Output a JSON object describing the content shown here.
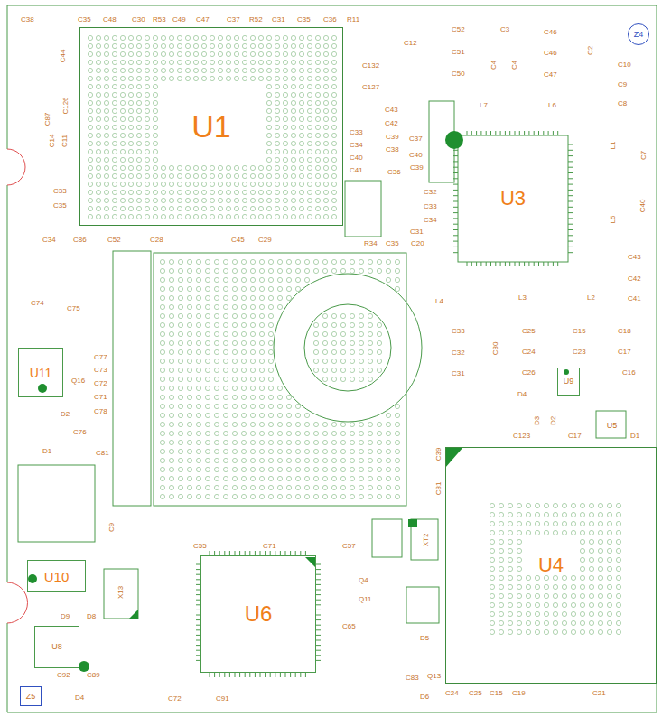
{
  "diagram": {
    "nodes": [
      {
        "text": [
          "U1"
        ]
      },
      {
        "text": [
          "U3"
        ]
      },
      {
        "text": [
          "U4"
        ]
      },
      {
        "text": [
          "U6"
        ]
      },
      {
        "text": [
          "U11"
        ]
      },
      {
        "text": [
          "U10"
        ]
      },
      {
        "text": [
          "U8"
        ]
      },
      {
        "text": [
          "U9"
        ]
      },
      {
        "text": [
          "U5"
        ]
      },
      {
        "text": [
          "Z4"
        ]
      },
      {
        "text": [
          "Z5"
        ]
      }
    ],
    "labels": [
      "C38",
      "C35",
      "C48",
      "C30",
      "R53",
      "C49",
      "C47",
      "C37",
      "R52",
      "C31",
      "C35",
      "C36",
      "R11",
      "C44",
      "C126",
      "C87",
      "C14",
      "C11",
      "C33",
      "C35",
      "C34",
      "C86",
      "C52",
      "C28",
      "C45",
      "C29",
      "C12",
      "C132",
      "C127",
      "C43",
      "C42",
      "C33",
      "C34",
      "C40",
      "C41",
      "C39",
      "C38",
      "C37",
      "C40",
      "C36",
      "C39",
      "C32",
      "C33",
      "C34",
      "C31",
      "R34",
      "C35",
      "C20",
      "C52",
      "C3",
      "C46",
      "C2",
      "C51",
      "C50",
      "C4",
      "C4",
      "C46",
      "C47",
      "C10",
      "C9",
      "C8",
      "L7",
      "L6",
      "L1",
      "C7",
      "L5",
      "C40",
      "C43",
      "C42",
      "C41",
      "L4",
      "L3",
      "L2",
      "C33",
      "C32",
      "C31",
      "C30",
      "C25",
      "C24",
      "C26",
      "C15",
      "C23",
      "C18",
      "C17",
      "C16",
      "D4",
      "D3",
      "D2",
      "D1",
      "C123",
      "C17",
      "C74",
      "C75",
      "C77",
      "C73",
      "C72",
      "C71",
      "C78",
      "C76",
      "C81",
      "D1",
      "D2",
      "Q16",
      "X13",
      "D9",
      "D8",
      "C92",
      "C89",
      "D4",
      "XT2",
      "Q4",
      "Q11",
      "D5",
      "C83",
      "Q13",
      "D6",
      "C24",
      "C25",
      "C15",
      "C19",
      "C21",
      "C39",
      "C81",
      "C55",
      "C71",
      "C57",
      "C65",
      "C9",
      "C91",
      "C72"
    ]
  }
}
